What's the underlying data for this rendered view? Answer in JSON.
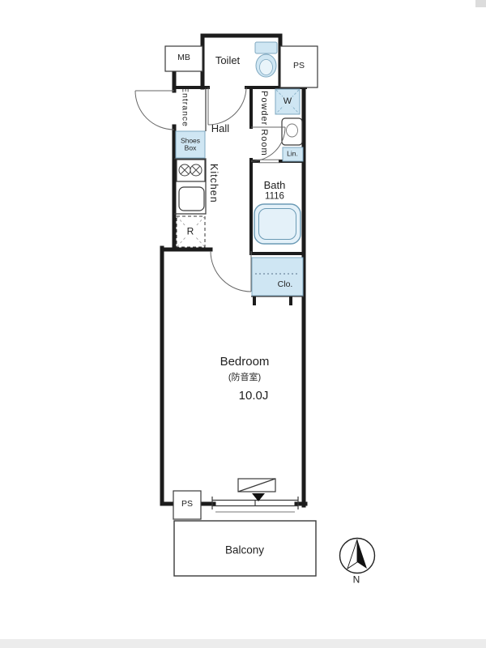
{
  "plan": {
    "labels": {
      "mb": "MB",
      "toilet": "Toilet",
      "ps_top": "PS",
      "entrance": "Entrance",
      "shoes_box": "Shoes Box",
      "hall": "Hall",
      "powder_room": "Powder Room",
      "washer": "W",
      "linen": "Lin.",
      "bath": "Bath",
      "bath_size": "1116",
      "kitchen": "Kitchen",
      "refrigerator": "R",
      "closet": "Clo.",
      "bedroom": "Bedroom",
      "bedroom_note": "(防音室)",
      "bedroom_area": "10.0J",
      "ps_bottom": "PS",
      "balcony": "Balcony",
      "north": "N"
    },
    "colors": {
      "wall": "#1c1c1c",
      "fixture_fill": "#cfe6f3",
      "fixture_stroke": "#7fa8c0"
    }
  }
}
